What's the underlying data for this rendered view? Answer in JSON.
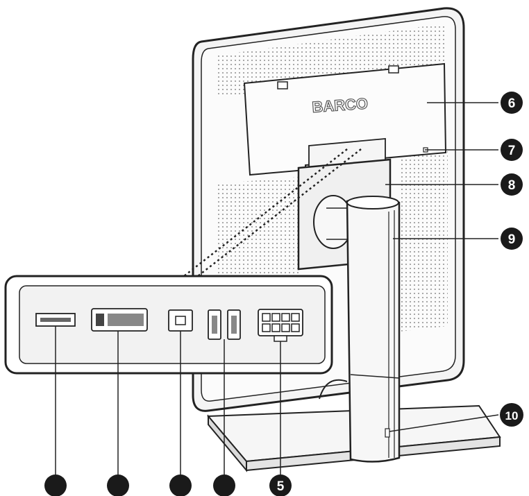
{
  "brand": {
    "logo_text": "BARCO"
  },
  "callouts": [
    {
      "id": "callout-6",
      "label": "6"
    },
    {
      "id": "callout-7",
      "label": "7"
    },
    {
      "id": "callout-8",
      "label": "8"
    },
    {
      "id": "callout-9",
      "label": "9"
    },
    {
      "id": "callout-10",
      "label": "10"
    },
    {
      "id": "callout-1",
      "label": ""
    },
    {
      "id": "callout-2",
      "label": ""
    },
    {
      "id": "callout-3",
      "label": ""
    },
    {
      "id": "callout-4",
      "label": ""
    },
    {
      "id": "callout-5",
      "label": "5"
    }
  ],
  "connectors": [
    {
      "id": "displayport",
      "icon": "displayport-connector-icon"
    },
    {
      "id": "dvi",
      "icon": "dvi-connector-icon"
    },
    {
      "id": "usb-b",
      "icon": "usb-b-connector-icon"
    },
    {
      "id": "usb-a",
      "icon": "usb-a-connector-icon"
    },
    {
      "id": "power",
      "icon": "power-connector-icon"
    }
  ],
  "colors": {
    "line": "#222222",
    "callout_fill": "#1a1a1a",
    "panel_fill": "#f2f2f2",
    "monitor_fill": "#fafafa"
  }
}
